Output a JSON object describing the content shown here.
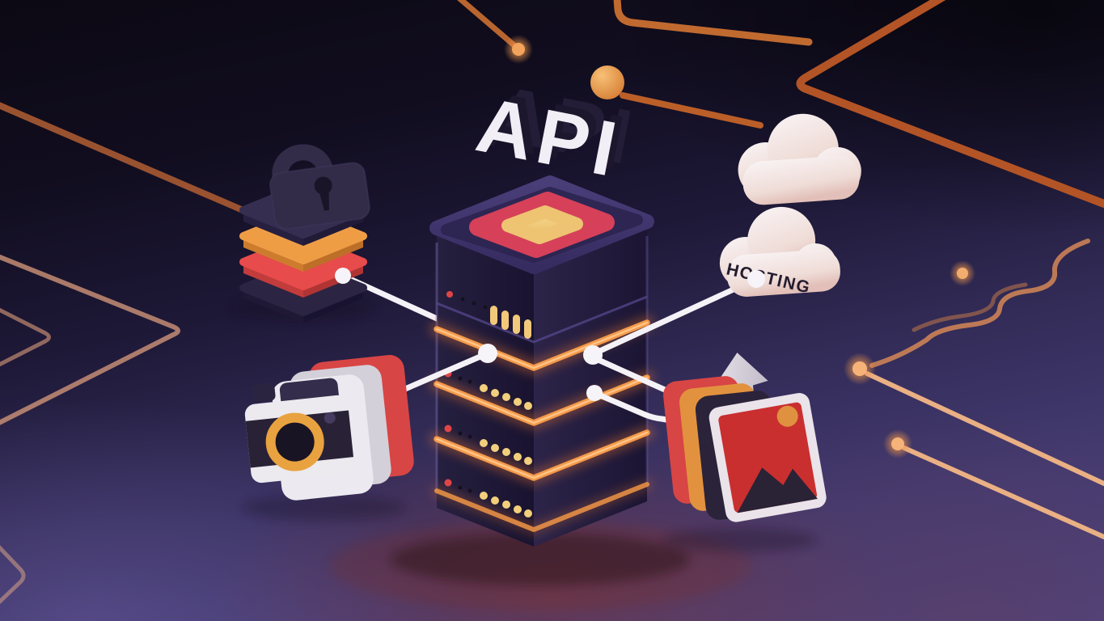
{
  "scene": {
    "api_label": "API",
    "hosting_label": "HOSTING",
    "nodes": {
      "center": "api-server-tower",
      "top_left": "padlock-security-stack",
      "bottom_left": "camera-media-stack",
      "top_right": "cloud",
      "right": "hosting-cloud",
      "bottom_right": "image-upload-stack"
    },
    "connections": [
      {
        "from": "padlock-security-stack",
        "to": "api-server-tower"
      },
      {
        "from": "api-server-tower",
        "to": "camera-media-stack"
      },
      {
        "from": "api-server-tower",
        "to": "hosting-cloud"
      },
      {
        "from": "api-server-tower",
        "to": "image-upload-stack"
      },
      {
        "from": "api-server-tower",
        "to": "image-upload-stack"
      }
    ],
    "colors": {
      "background_top": "#0c0914",
      "background_bottom": "#4c4280",
      "circuit_orange": "#bd6434",
      "band_glow": "#f49a4a",
      "connector_white": "#f5f2f7",
      "server_body": "#241d3c",
      "server_pad_red": "#d94459",
      "server_pad_yellow": "#f0cb78",
      "led_yellow": "#f2cf7c",
      "led_red": "#e04545",
      "cloud_white": "#f6f0f1",
      "stack_red": "#e04848",
      "stack_orange": "#ef9d45"
    }
  }
}
